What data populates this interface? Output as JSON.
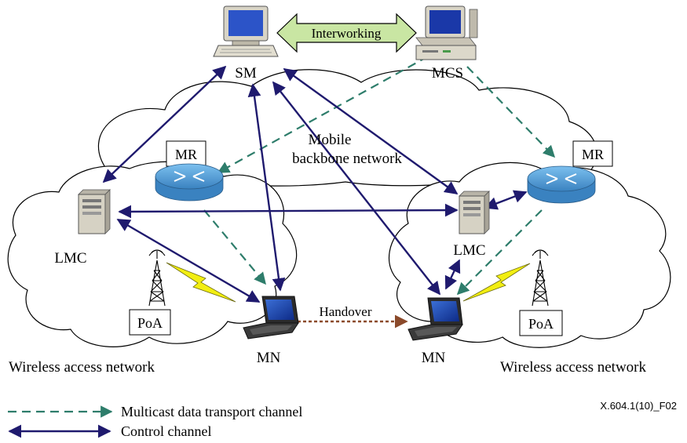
{
  "nodes": {
    "sm": "SM",
    "mcs": "MCS",
    "mr_left": "MR",
    "mr_right": "MR",
    "lmc_left": "LMC",
    "lmc_right": "LMC",
    "poa_left": "PoA",
    "poa_right": "PoA",
    "mn_left": "MN",
    "mn_right": "MN"
  },
  "labels": {
    "interworking": "Interworking",
    "backbone_line1": "Mobile",
    "backbone_line2": "backbone network",
    "handover": "Handover",
    "wireless_left": "Wireless access network",
    "wireless_right": "Wireless access network",
    "figure_id": "X.604.1(10)_F02"
  },
  "legend": {
    "multicast": "Multicast data transport channel",
    "control": "Control channel"
  },
  "colors": {
    "control_channel": "#1f1a6e",
    "multicast_channel": "#2e7d6b",
    "handover": "#8b4a2b",
    "interworking_fill": "#c9e6a3",
    "router_fill": "#5ea3d8",
    "lightning": "#f2ee12"
  },
  "icons": {
    "sm": "desktop-computer-icon",
    "mcs": "server-computer-icon",
    "mr": "router-icon",
    "lmc": "tower-server-icon",
    "poa": "antenna-tower-icon",
    "mn": "laptop-icon"
  }
}
